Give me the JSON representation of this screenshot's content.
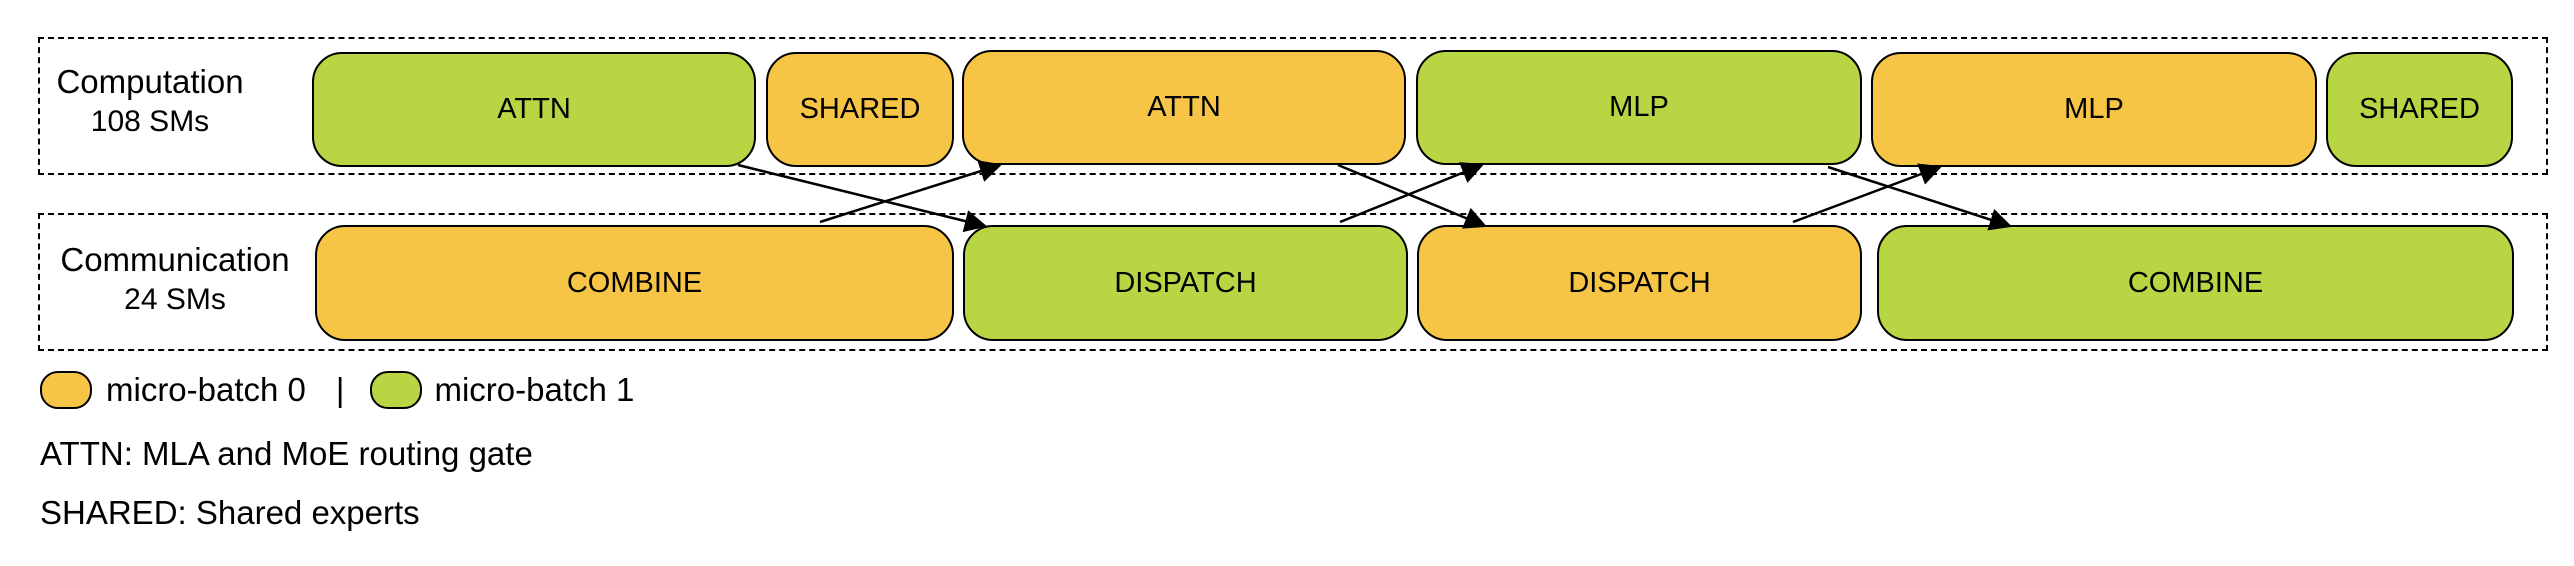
{
  "colors": {
    "micro_batch_0": "#f7c545",
    "micro_batch_1": "#b8d543"
  },
  "computation": {
    "title": "Computation",
    "sms": "108 SMs",
    "blocks": [
      {
        "label": "ATTN",
        "batch": 1
      },
      {
        "label": "SHARED",
        "batch": 0
      },
      {
        "label": "ATTN",
        "batch": 0
      },
      {
        "label": "MLP",
        "batch": 1
      },
      {
        "label": "MLP",
        "batch": 0
      },
      {
        "label": "SHARED",
        "batch": 1
      }
    ]
  },
  "communication": {
    "title": "Communication",
    "sms": "24 SMs",
    "blocks": [
      {
        "label": "COMBINE",
        "batch": 0
      },
      {
        "label": "DISPATCH",
        "batch": 1
      },
      {
        "label": "DISPATCH",
        "batch": 0
      },
      {
        "label": "COMBINE",
        "batch": 1
      }
    ]
  },
  "legend": {
    "mb0_label": "micro-batch 0",
    "separator": "|",
    "mb1_label": "micro-batch 1"
  },
  "notes": {
    "attn": "ATTN: MLA and MoE routing gate",
    "shared": "SHARED: Shared experts"
  }
}
